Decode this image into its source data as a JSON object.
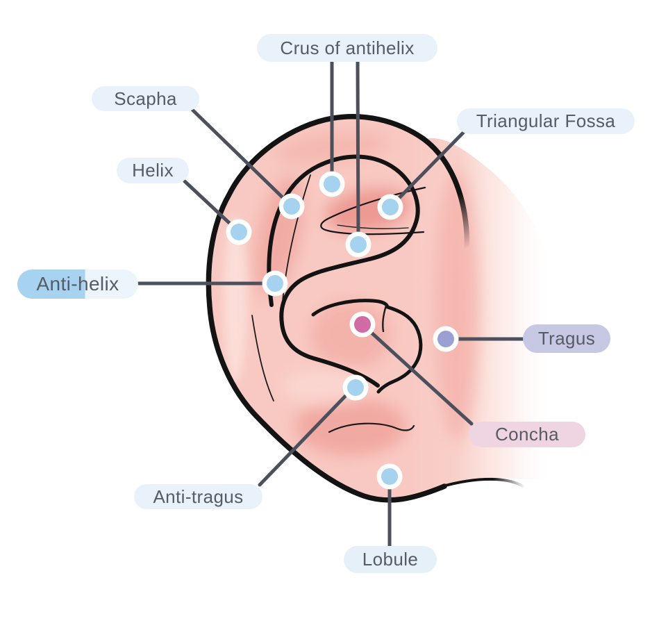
{
  "diagram": {
    "subject": "ear-anatomy",
    "parts": [
      {
        "label": "Crus of antihelix",
        "pill_color": "#e9f2fb",
        "marker_color": "#a5d2ee",
        "marker_points": 2
      },
      {
        "label": "Scapha",
        "pill_color": "#e9f2fb",
        "marker_color": "#a5d2ee",
        "marker_points": 1
      },
      {
        "label": "Helix",
        "pill_color": "#e9f2fb",
        "marker_color": "#a5d2ee",
        "marker_points": 1
      },
      {
        "label": "Anti-helix",
        "pill_color": "#a8d3f0",
        "marker_color": "#a5d2ee",
        "marker_points": 1
      },
      {
        "label": "Triangular Fossa",
        "pill_color": "#e9f2fb",
        "marker_color": "#a5d2ee",
        "marker_points": 1
      },
      {
        "label": "Tragus",
        "pill_color": "#c7c8e4",
        "marker_color": "#9aa0d1",
        "marker_points": 1
      },
      {
        "label": "Concha",
        "pill_color": "#eed5e1",
        "marker_color": "#d16ba3",
        "marker_points": 1
      },
      {
        "label": "Anti-tragus",
        "pill_color": "#e9f2fb",
        "marker_color": "#a5d2ee",
        "marker_points": 1
      },
      {
        "label": "Lobule",
        "pill_color": "#e6f0f9",
        "marker_color": "#a5d2ee",
        "marker_points": 1
      }
    ],
    "colors": {
      "label_text": "#565b66",
      "leader_line": "#4b505c",
      "dot_blue": "#a5d2ee",
      "dot_pink": "#d16ba3",
      "dot_purple": "#9aa0d1",
      "dot_ring": "#ffffff",
      "skin": "#f8cbc4",
      "skin_shadow": "#ef9d96",
      "outline": "#131313",
      "background": "#ffffff"
    }
  }
}
